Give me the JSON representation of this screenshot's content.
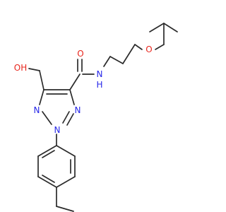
{
  "colors": {
    "bond": "#2b2b2b",
    "carbon": "#2b2b2b",
    "oxygen": "#e8261d",
    "nitrogen": "#2626e8"
  },
  "atoms": {
    "o_ether": "O",
    "o_hydroxyl": "OH",
    "o_carbonyl": "O",
    "n_amide": "N",
    "h_amide": "H",
    "n1": "N",
    "n2": "N",
    "n3": "N"
  }
}
